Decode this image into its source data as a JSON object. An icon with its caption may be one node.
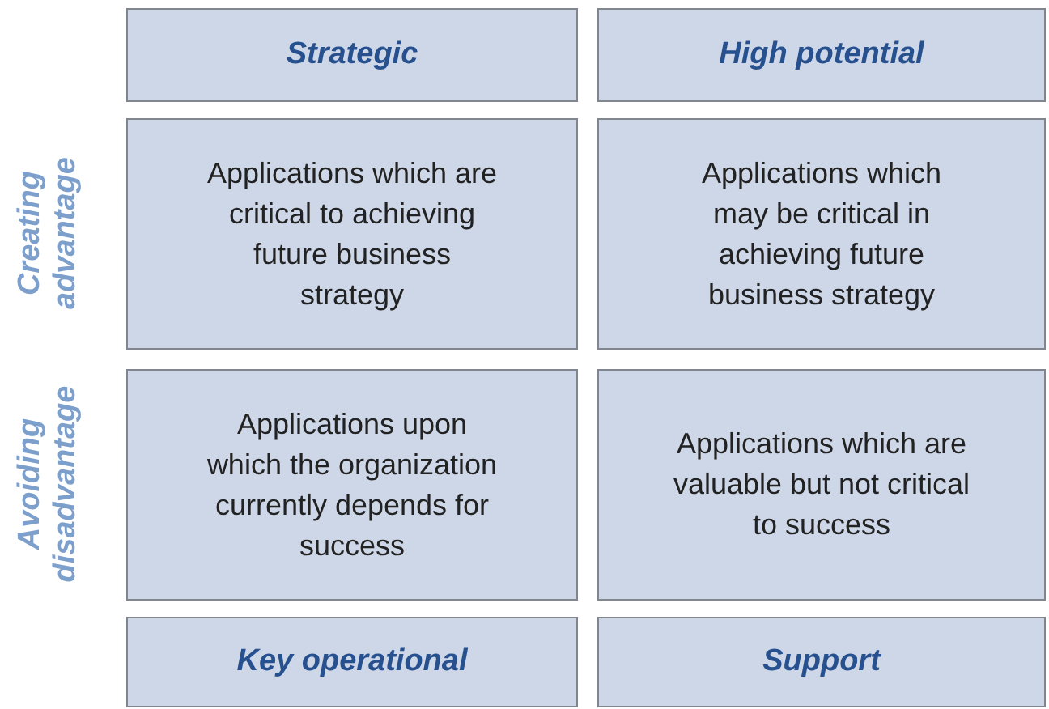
{
  "diagram": {
    "nodes": [
      {
        "text": [
          "Strategic"
        ]
      },
      {
        "text": [
          "High potential"
        ]
      },
      {
        "text": [
          "Applications which are critical to achieving future business strategy"
        ]
      },
      {
        "text": [
          "Applications which may be critical in achieving future business strategy"
        ]
      },
      {
        "text": [
          "Applications upon which the organization currently depends for success"
        ]
      },
      {
        "text": [
          "Applications which are valuable but not critical to success"
        ]
      },
      {
        "text": [
          "Key operational"
        ]
      },
      {
        "text": [
          "Support"
        ]
      }
    ],
    "labels": [
      "Creating advantage",
      "Avoiding disadvantage"
    ]
  }
}
